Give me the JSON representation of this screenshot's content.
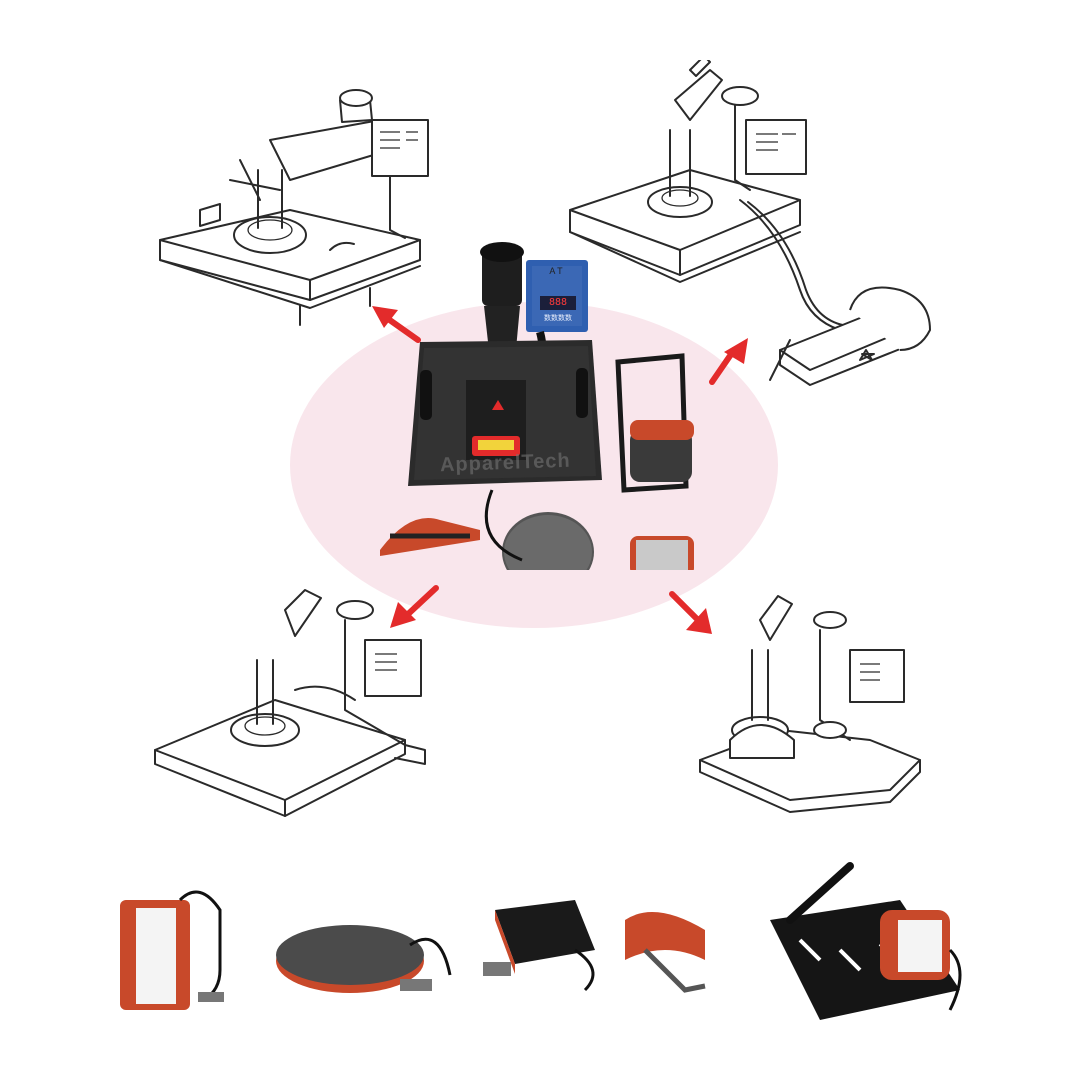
{
  "watermark": "ApparelTech",
  "control_panel": {
    "top_label": "A T",
    "display": "888",
    "sub_label": "数数数数"
  },
  "colors": {
    "halo": "#f9e6ec",
    "arrow": "#e32b2b",
    "silicone": "#c8492a",
    "machine": "#2b2b2b",
    "panel": "#3b68b5"
  },
  "icons": {
    "arrows": [
      "arrow-up-left-icon",
      "arrow-up-right-icon",
      "arrow-down-left-icon",
      "arrow-down-right-icon"
    ]
  }
}
